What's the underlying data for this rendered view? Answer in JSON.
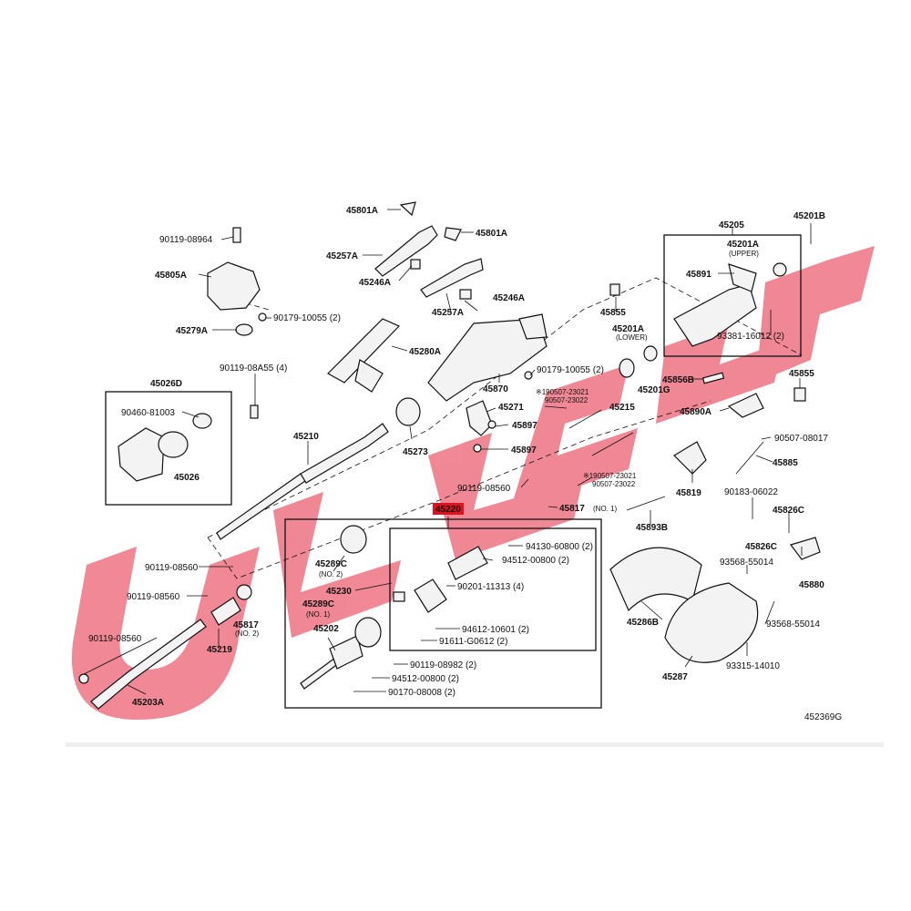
{
  "watermark": {
    "text": "ئابلا",
    "color": "#e8384f"
  },
  "highlight_color": "#e0101e",
  "diagram_id": "452369G",
  "labels": {
    "p45801A_1": "45801A",
    "p45801A_2": "45801A",
    "p45257A_1": "45257A",
    "p45257A_2": "45257A",
    "p45246A_1": "45246A",
    "p45246A_2": "45246A",
    "p90119_08964": "90119-08964",
    "p45805A": "45805A",
    "p90179_10055a": "90179-10055 (2)",
    "p45279A": "45279A",
    "p45280A": "45280A",
    "p90119_08A55": "90119-08A55 (4)",
    "p45026D": "45026D",
    "p90460_81003": "90460-81003",
    "p45026": "45026",
    "p45210": "45210",
    "p45273": "45273",
    "p45870": "45870",
    "p90179_10055b": "90179-10055 (2)",
    "p190507_a": "※190507-23021",
    "p90507_a": "90507-23022",
    "p45271": "45271",
    "p45897_1": "45897",
    "p45897_2": "45897",
    "p45215": "45215",
    "p190507_b": "※190507-23021",
    "p90507_b": "90507-23022",
    "p90119_08560_top": "90119-08560",
    "p45220": "45220",
    "p45817_1": "45817",
    "p45817_1n": "(NO. 1)",
    "p45855_1": "45855",
    "p45201A_l": "45201A",
    "p45201A_ln": "(LOWER)",
    "p45201G": "45201G",
    "p45856B": "45856B",
    "p45855_2": "45855",
    "p45890A": "45890A",
    "p90507_08017": "90507-08017",
    "p45885": "45885",
    "p45819": "45819",
    "p45893B": "45893B",
    "p90183_06022": "90183-06022",
    "p45826C_1": "45826C",
    "p45826C_2": "45826C",
    "p93568_55014a": "93568-55014",
    "p45880": "45880",
    "p93568_55014b": "93568-55014",
    "p45286B": "45286B",
    "p45287": "45287",
    "p93315_14010": "93315-14010",
    "p45205": "45205",
    "p45201B": "45201B",
    "p45201A_u": "45201A",
    "p45201A_un": "(UPPER)",
    "p45891": "45891",
    "p93381_16012": "93381-16012 (2)",
    "p90119_08560_a": "90119-08560",
    "p90119_08560_b": "90119-08560",
    "p90119_08560_c": "90119-08560",
    "p45817_2": "45817",
    "p45817_2n": "(NO. 2)",
    "p45219": "45219",
    "p45203A": "45203A",
    "p45289C_1": "45289C",
    "p45289C_1n": "(NO. 2)",
    "p45289C_2": "45289C",
    "p45289C_2n": "(NO. 1)",
    "p45230": "45230",
    "p45202": "45202",
    "p94130_60800": "94130-60800 (2)",
    "p94512_00800a": "94512-00800 (2)",
    "p90201_11313": "90201-11313 (4)",
    "p94612_10601": "94612-10601 (2)",
    "p91611_G0612": "91611-G0612 (2)",
    "p90119_08982": "90119-08982 (2)",
    "p94512_00800b": "94512-00800 (2)",
    "p90170_08008": "90170-08008 (2)"
  }
}
